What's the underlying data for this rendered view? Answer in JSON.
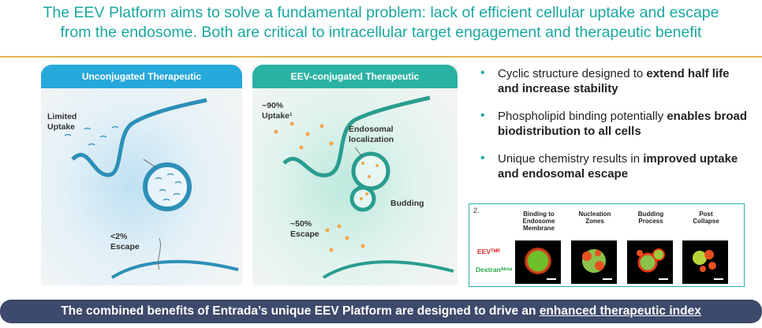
{
  "title": {
    "line1": "The EEV Platform aims to solve a fundamental problem: lack of efficient cellular uptake and escape",
    "line2": "from the endosome. Both are critical to intracellular target engagement and therapeutic benefit"
  },
  "left_panel": {
    "header": "Unconjugated Therapeutic",
    "uptake_line1": "Limited",
    "uptake_line2": "Uptake",
    "escape_line1": "<2%",
    "escape_line2": "Escape"
  },
  "right_panel": {
    "header": "EEV-conjugated Therapeutic",
    "uptake_line1": "~90%",
    "uptake_line2": "Uptake¹",
    "endosomal_line1": "Endosomal",
    "endosomal_line2": "localization",
    "budding": "Budding",
    "escape_line1": "~50%",
    "escape_line2": "Escape"
  },
  "bullets": [
    {
      "plain": "Cyclic structure designed to ",
      "bold": "extend half life and increase stability"
    },
    {
      "plain": "Phospholipid binding potentially ",
      "bold": "enables broad biodistribution to all cells"
    },
    {
      "plain": "Unique chemistry results in ",
      "bold": "improved uptake and endosomal escape"
    }
  ],
  "bullet_glyph": "•",
  "inset": {
    "number": "2.",
    "eev_label": "EEVᵀᴹᴿ",
    "dextran_label": "Dextranᴬˡᵉˣᵃ",
    "columns": [
      {
        "line1": "Binding to",
        "line2": "Endosome",
        "line3": "Membrane"
      },
      {
        "line1": "Nucleation",
        "line2": "Zones",
        "line3": ""
      },
      {
        "line1": "Budding",
        "line2": "Process",
        "line3": ""
      },
      {
        "line1": "Post",
        "line2": "Collapse",
        "line3": ""
      }
    ]
  },
  "banner": {
    "plain": "The combined benefits of Entrada’s unique EEV Platform are designed to drive an ",
    "underlined": "enhanced therapeutic index"
  },
  "colors": {
    "title_teal": "#1aa7a0",
    "rule_gold": "#e2b652",
    "left_header_blue": "#27a8db",
    "right_header_teal": "#2ab3a3",
    "banner_navy": "#3d4a6b"
  }
}
